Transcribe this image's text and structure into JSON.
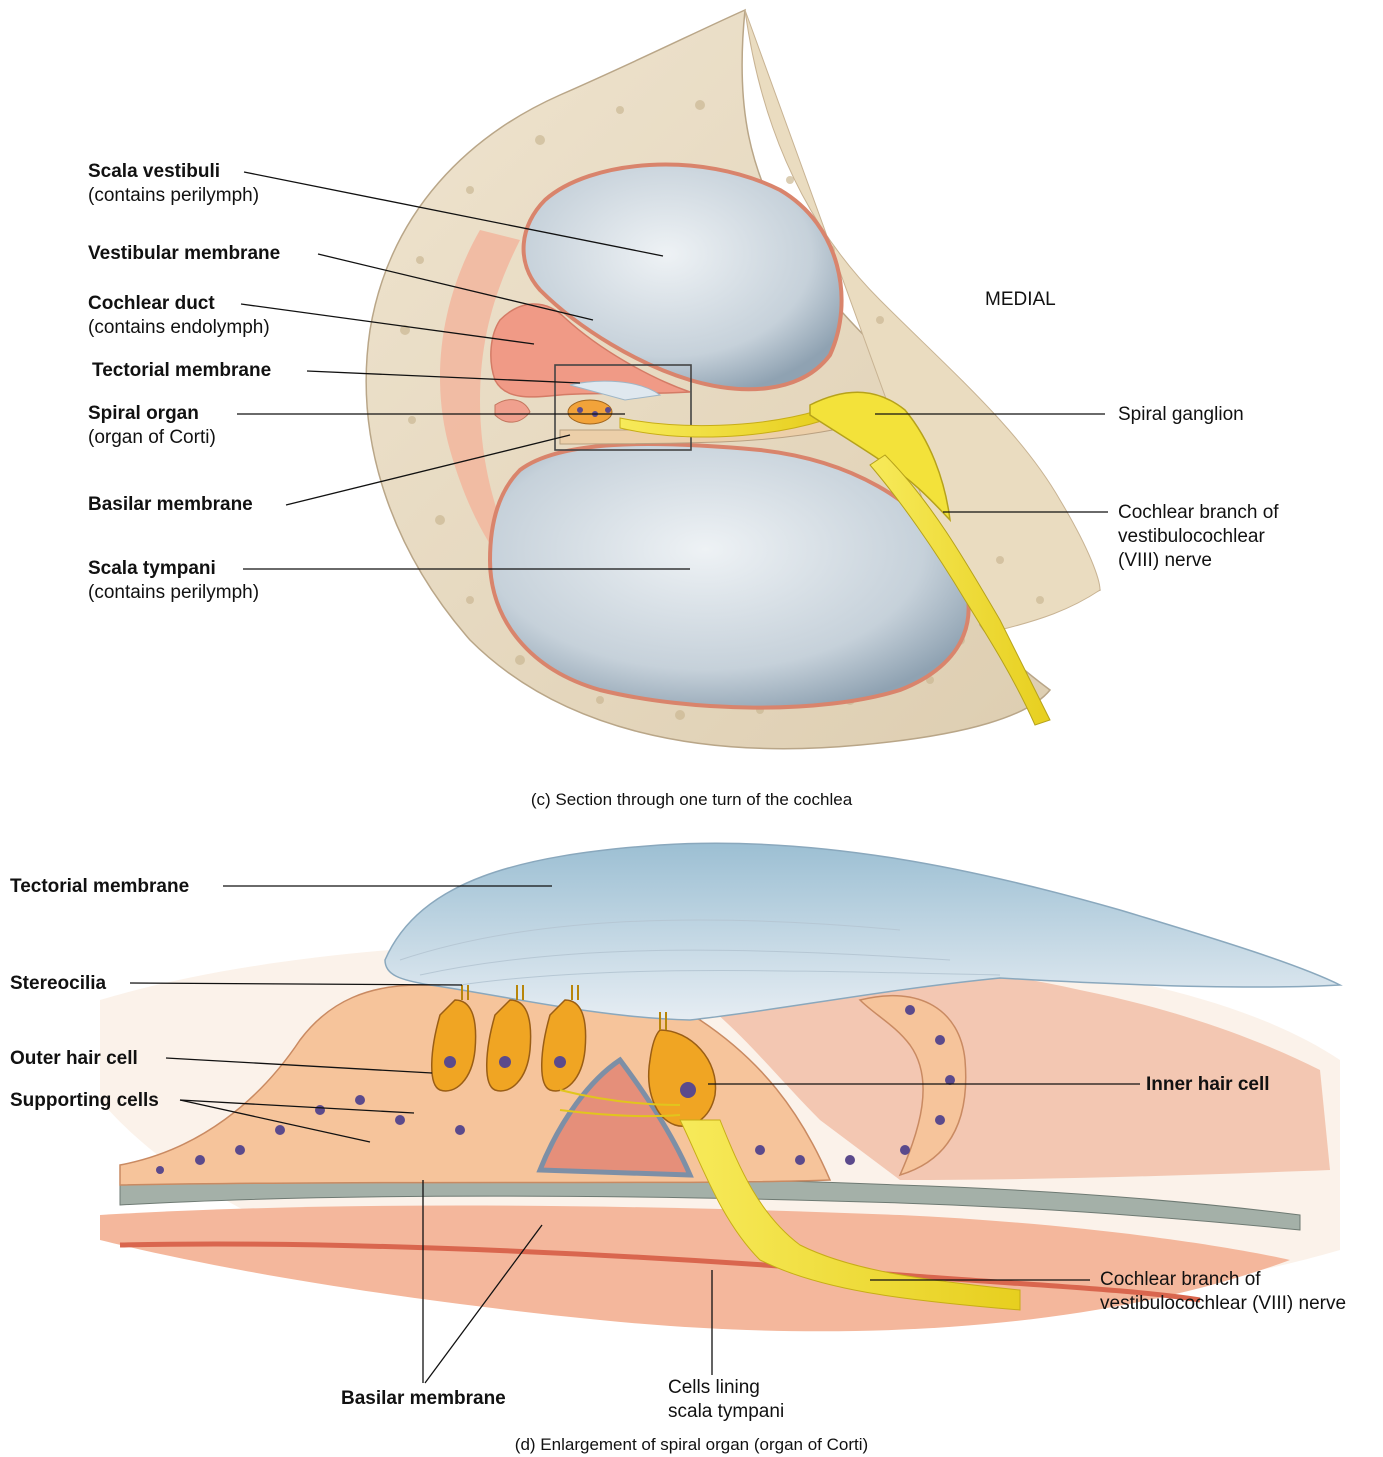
{
  "panel_c": {
    "caption": "(c) Section through one turn of the cochlea",
    "medial": "MEDIAL",
    "labels": {
      "scala_vestibuli": "Scala vestibuli",
      "scala_vestibuli_note": "(contains perilymph)",
      "vestibular_membrane": "Vestibular membrane",
      "cochlear_duct": "Cochlear duct",
      "cochlear_duct_note": "(contains endolymph)",
      "tectorial_membrane": "Tectorial membrane",
      "spiral_organ": "Spiral organ",
      "spiral_organ_note": "(organ of Corti)",
      "basilar_membrane": "Basilar membrane",
      "scala_tympani": "Scala tympani",
      "scala_tympani_note": "(contains perilymph)",
      "spiral_ganglion": "Spiral ganglion",
      "cochlear_branch_1": "Cochlear branch of",
      "cochlear_branch_2": "vestibulocochlear",
      "cochlear_branch_3": "(VIII) nerve"
    }
  },
  "panel_d": {
    "caption": "(d) Enlargement of spiral organ (organ of Corti)",
    "labels": {
      "tectorial_membrane": "Tectorial membrane",
      "stereocilia": "Stereocilia",
      "outer_hair_cell": "Outer hair cell",
      "supporting_cells": "Supporting cells",
      "inner_hair_cell": "Inner hair cell",
      "cochlear_branch_1": "Cochlear branch of",
      "cochlear_branch_2": "vestibulocochlear (VIII) nerve",
      "cells_lining_1": "Cells lining",
      "cells_lining_2": "scala tympani",
      "basilar_membrane": "Basilar membrane"
    }
  },
  "colors": {
    "bone": "#e9dcc4",
    "perilymph": "#c9d3dc",
    "endolymph": "#f0a08e",
    "tissue": "#f2b9a0",
    "nerve": "#f3e23a",
    "hair_cell": "#f0a523",
    "nucleus": "#5b4a8c",
    "tectorial": "#a9c7da"
  }
}
